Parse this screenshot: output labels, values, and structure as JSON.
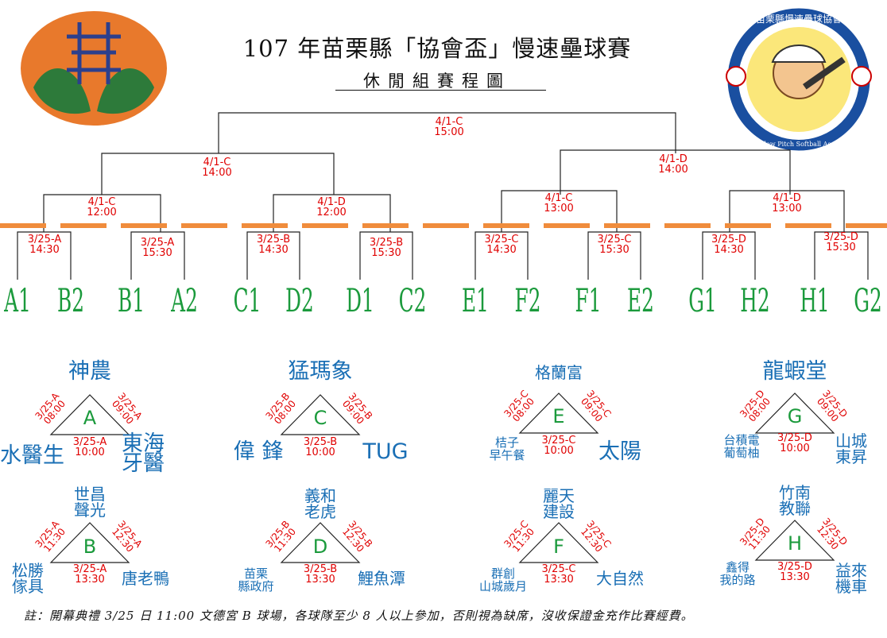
{
  "title": "107 年苗栗縣「協會盃」慢速壘球賽",
  "subtitle": "休閒組賽程圖",
  "logo_right": {
    "ring_text_top": "苗栗縣慢速壘球協會",
    "ring_text_bottom": "Miaoli Slow Pitch Softball Association"
  },
  "bracket": {
    "final": "4/1-C\n15:00",
    "semis": [
      "4/1-C\n14:00",
      "4/1-D\n14:00"
    ],
    "quarters": [
      "4/1-C\n12:00",
      "4/1-D\n12:00",
      "4/1-C\n13:00",
      "4/1-D\n13:00"
    ],
    "round1": [
      "3/25-A\n14:30",
      "3/25-A\n15:30",
      "3/25-B\n14:30",
      "3/25-B\n15:30",
      "3/25-C\n14:30",
      "3/25-C\n15:30",
      "3/25-D\n14:30",
      "3/25-D\n15:30"
    ],
    "seeds": [
      "A1",
      "B2",
      "B1",
      "A2",
      "C1",
      "D2",
      "D1",
      "C2",
      "E1",
      "F2",
      "F1",
      "E2",
      "G1",
      "H2",
      "H1",
      "G2"
    ]
  },
  "groups": [
    {
      "letter": "A",
      "top": "神農",
      "left": "水醫生",
      "right": "東海\n牙醫",
      "left_time": "3/25-A\n08:00",
      "right_time": "3/25-A\n09:00",
      "mid_time": "3/25-A\n10:00"
    },
    {
      "letter": "C",
      "top": "猛瑪象",
      "left": "偉 鋒",
      "right": "TUG",
      "left_time": "3/25-B\n08:00",
      "right_time": "3/25-B\n09:00",
      "mid_time": "3/25-B\n10:00"
    },
    {
      "letter": "E",
      "top": "格蘭富",
      "left": "桔子\n早午餐",
      "right": "太陽",
      "left_time": "3/25-C\n08:00",
      "right_time": "3/25-C\n09:00",
      "mid_time": "3/25-C\n10:00"
    },
    {
      "letter": "G",
      "top": "龍蝦堂",
      "left": "台積電\n葡萄柚",
      "right": "山城\n東昇",
      "left_time": "3/25-D\n08:00",
      "right_time": "3/25-D\n09:00",
      "mid_time": "3/25-D\n10:00"
    },
    {
      "letter": "B",
      "top": "世昌\n聲光",
      "left": "松勝\n傢具",
      "right": "唐老鴨",
      "left_time": "3/25-A\n11:30",
      "right_time": "3/25-A\n12:30",
      "mid_time": "3/25-A\n13:30"
    },
    {
      "letter": "D",
      "top": "義和\n老虎",
      "left": "苗栗\n縣政府",
      "right": "鯉魚潭",
      "left_time": "3/25-B\n11:30",
      "right_time": "3/25-B\n12:30",
      "mid_time": "3/25-B\n13:30"
    },
    {
      "letter": "F",
      "top": "麗天\n建設",
      "left": "群創\n山城歲月",
      "right": "大自然",
      "left_time": "3/25-C\n11:30",
      "right_time": "3/25-C\n12:30",
      "mid_time": "3/25-C\n13:30"
    },
    {
      "letter": "H",
      "top": "竹南\n教聯",
      "left": "鑫得\n我的路",
      "right": "益來\n機車",
      "left_time": "3/25-D\n11:30",
      "right_time": "3/25-D\n12:30",
      "mid_time": "3/25-D\n13:30"
    }
  ],
  "note": "註：開幕典禮 3/25 日 11:00 文德宮 B 球場，各球隊至少 8 人以上參加，否則視為缺席，沒收保證金充作比賽經費。",
  "colors": {
    "bracket_text": "#e00000",
    "team_green": "#1b9a3c",
    "team_blue": "#1a6fb5",
    "divider_orange": "#f08c3c"
  }
}
